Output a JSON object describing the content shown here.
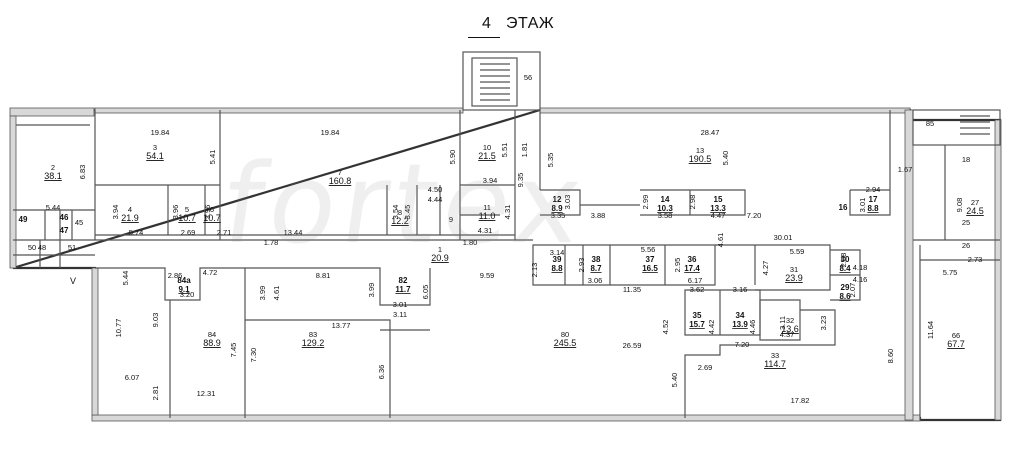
{
  "title": {
    "number": "4",
    "word": "ЭТАЖ"
  },
  "watermark": "fortex",
  "marker_v": "V",
  "rooms": [
    {
      "id": "2",
      "area": "38.1"
    },
    {
      "id": "3",
      "area": "54.1"
    },
    {
      "id": "4",
      "area": "21.9"
    },
    {
      "id": "5",
      "area": "10.7"
    },
    {
      "id": "6",
      "area": "10.7"
    },
    {
      "id": "7",
      "area": "160.8"
    },
    {
      "id": "8",
      "area": "12.2"
    },
    {
      "id": "9",
      "area": ""
    },
    {
      "id": "10",
      "area": "21.5"
    },
    {
      "id": "11",
      "area": "11.0"
    },
    {
      "id": "1",
      "area": "20.9"
    },
    {
      "id": "12",
      "area": "8.9"
    },
    {
      "id": "13",
      "area": "190.5"
    },
    {
      "id": "14",
      "area": "10.3"
    },
    {
      "id": "15",
      "area": "13.3"
    },
    {
      "id": "16",
      "area": ""
    },
    {
      "id": "17",
      "area": "8.8"
    },
    {
      "id": "18",
      "area": ""
    },
    {
      "id": "25",
      "area": ""
    },
    {
      "id": "26",
      "area": ""
    },
    {
      "id": "27",
      "area": "24.5"
    },
    {
      "id": "85",
      "area": ""
    },
    {
      "id": "56",
      "area": ""
    },
    {
      "id": "30",
      "area": "8.4"
    },
    {
      "id": "29",
      "area": "8.6"
    },
    {
      "id": "31",
      "area": "23.9"
    },
    {
      "id": "32",
      "area": "13.6"
    },
    {
      "id": "33",
      "area": "114.7"
    },
    {
      "id": "34",
      "area": "13.9"
    },
    {
      "id": "35",
      "area": "15.7"
    },
    {
      "id": "36",
      "area": "17.4"
    },
    {
      "id": "37",
      "area": "16.5"
    },
    {
      "id": "38",
      "area": "8.7"
    },
    {
      "id": "39",
      "area": "8.8"
    },
    {
      "id": "80",
      "area": "245.5"
    },
    {
      "id": "82",
      "area": "11.7"
    },
    {
      "id": "83",
      "area": "129.2"
    },
    {
      "id": "84",
      "area": "88.9"
    },
    {
      "id": "84a",
      "area": "9.1"
    },
    {
      "id": "66",
      "area": "67.7"
    },
    {
      "id": "49",
      "area": ""
    },
    {
      "id": "48",
      "area": ""
    },
    {
      "id": "46",
      "area": ""
    },
    {
      "id": "47",
      "area": ""
    },
    {
      "id": "45",
      "area": ""
    },
    {
      "id": "50",
      "area": ""
    },
    {
      "id": "51",
      "area": ""
    }
  ],
  "dimensions": [
    "19.84",
    "19.84",
    "28.47",
    "6.83",
    "5.41",
    "5.90",
    "5.51",
    "1.81",
    "5.35",
    "5.40",
    "9.35",
    "1.67",
    "3.94",
    "4.50",
    "4.44",
    "3.94",
    "3.96",
    "3.96",
    "3.54",
    "3.45",
    "2.69",
    "2.71",
    "4.31",
    "4.31",
    "5.74",
    "13.44",
    "5.44",
    "3.35",
    "3.88",
    "3.58",
    "4.47",
    "2.99",
    "2.98",
    "3.03",
    "7.20",
    "3.01",
    "2.94",
    "9.08",
    "5.44",
    "1.78",
    "1.80",
    "2.13",
    "3.14",
    "2.93",
    "3.06",
    "5.56",
    "2.95",
    "4.61",
    "6.17",
    "30.01",
    "5.59",
    "2.08",
    "4.18",
    "4.16",
    "2.07",
    "2.73",
    "5.75",
    "4.72",
    "8.81",
    "3.99",
    "3.99",
    "4.61",
    "3.01",
    "6.05",
    "9.59",
    "11.35",
    "3.62",
    "3.16",
    "4.27",
    "4.52",
    "4.42",
    "4.46",
    "3.11",
    "3.23",
    "4.37",
    "7.20",
    "2.86",
    "3.20",
    "10.77",
    "9.03",
    "6.07",
    "2.81",
    "12.31",
    "7.45",
    "7.30",
    "3.11",
    "13.77",
    "6.36",
    "26.59",
    "2.69",
    "5.40",
    "17.82",
    "8.60",
    "11.64"
  ]
}
